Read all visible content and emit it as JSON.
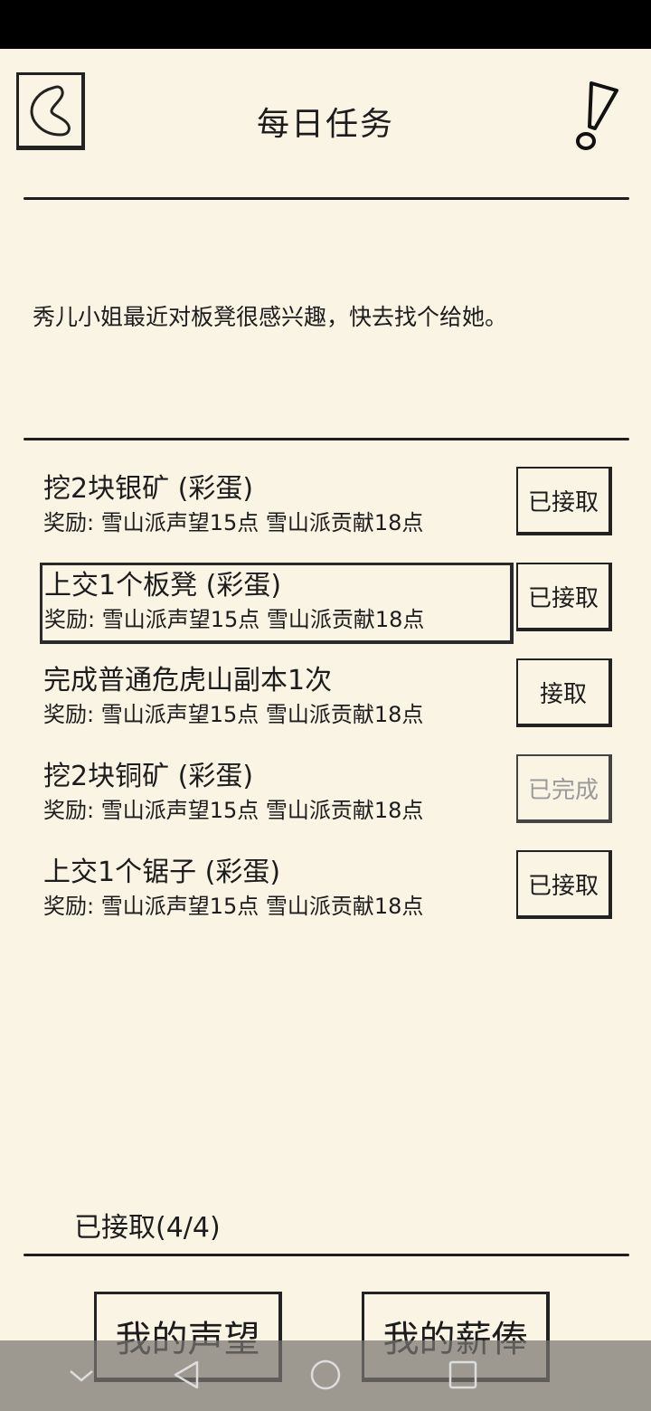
{
  "header": {
    "title": "每日任务"
  },
  "description": "秀儿小姐最近对板凳很感兴趣，快去找个给她。",
  "tasks": [
    {
      "name": "挖2块银矿 (彩蛋)",
      "reward": "奖励: 雪山派声望15点  雪山派贡献18点",
      "button": "已接取",
      "state": "accepted"
    },
    {
      "name": "上交1个板凳 (彩蛋)",
      "reward": "奖励: 雪山派声望15点  雪山派贡献18点",
      "button": "已接取",
      "state": "accepted"
    },
    {
      "name": "完成普通危虎山副本1次",
      "reward": "奖励: 雪山派声望15点  雪山派贡献18点",
      "button": "接取",
      "state": "available"
    },
    {
      "name": "挖2块铜矿 (彩蛋)",
      "reward": "奖励: 雪山派声望15点  雪山派贡献18点",
      "button": "已完成",
      "state": "completed"
    },
    {
      "name": "上交1个锯子 (彩蛋)",
      "reward": "奖励: 雪山派声望15点  雪山派贡献18点",
      "button": "已接取",
      "state": "accepted"
    }
  ],
  "progress": "已接取(4/4)",
  "footer": {
    "reputation_label": "我的声望",
    "salary_label": "我的薪俸"
  },
  "colors": {
    "background": "#faf4e4",
    "ink": "#1c1c1c",
    "disabled_text": "#9a9a9a"
  }
}
